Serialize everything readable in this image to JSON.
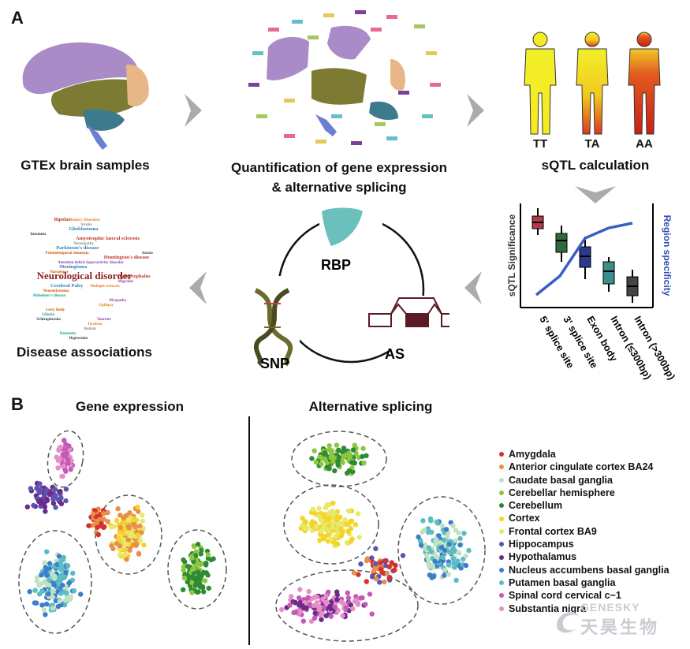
{
  "panel_a": {
    "letter": "A",
    "gtex_caption": "GTEx brain samples",
    "quant_caption_line1": "Quantification of gene expression",
    "quant_caption_line2": "& alternative splicing",
    "sqtl_caption": "sQTL calculation",
    "genotypes": [
      "TT",
      "TA",
      "AA"
    ],
    "disease_caption": "Disease associations",
    "cycle_labels": {
      "rbp": "RBP",
      "snp": "SNP",
      "as": "AS"
    },
    "chart": {
      "ylabel": "sQTL Significance",
      "y2label": "Region specificity",
      "categories": [
        "5' splice site",
        "3' splice site",
        "Exon body",
        "Intron (≤300bp)",
        "Intron (>300bp)"
      ],
      "box_colors": [
        "#b03a48",
        "#2f6b3a",
        "#2c3a8c",
        "#3a8f8a",
        "#444444"
      ]
    },
    "word_cloud": {
      "headline": "Neurological disorder",
      "words": [
        "Bipolar",
        "Frontotemporal dementia",
        "Multiple sclerosis",
        "Schizophrenia",
        "Glioblastoma",
        "Attention deficit hyperactivity disorder",
        "Alzheimer's disease",
        "Autism",
        "Amyotrophic lateral sclerosis",
        "Narcolepsy",
        "Epilepsy",
        "Depression",
        "Parkinson's disease",
        "Migraine",
        "Glioma",
        "Stroke",
        "Huntington's disease",
        "Neuroblastoma",
        "Dyslexia",
        "Insomnia",
        "Meningioma",
        "Myopathy",
        "Dementia",
        "Neuropathy",
        "Hydrocephalus",
        "Lewy Body",
        "Memory Disorders",
        "Ataxia",
        "Cerebral Palsy",
        "Tourette"
      ]
    }
  },
  "panel_b": {
    "letter": "B",
    "gene_expression_title": "Gene expression",
    "alt_splicing_title": "Alternative splicing",
    "legend": [
      {
        "label": "Amygdala",
        "color": "#d7302c"
      },
      {
        "label": "Anterior cingulate cortex BA24",
        "color": "#e8904a"
      },
      {
        "label": "Caudate basal ganglia",
        "color": "#bfe2c0"
      },
      {
        "label": "Cerebellar hemisphere",
        "color": "#8dc63f"
      },
      {
        "label": "Cerebellum",
        "color": "#2e8b35"
      },
      {
        "label": "Cortex",
        "color": "#f5d327"
      },
      {
        "label": "Frontal cortex BA9",
        "color": "#e8e96a"
      },
      {
        "label": "Hippocampus",
        "color": "#5b54b0"
      },
      {
        "label": "Hypothalamus",
        "color": "#6c2a8a"
      },
      {
        "label": "Nucleus accumbens basal ganglia",
        "color": "#3b7ec9"
      },
      {
        "label": "Putamen basal ganglia",
        "color": "#5cbcc4"
      },
      {
        "label": "Spinal cord cervical c−1",
        "color": "#c45ab7"
      },
      {
        "label": "Substantia nigra",
        "color": "#e58fc6"
      }
    ]
  },
  "watermark": {
    "brand": "GENESKY",
    "chinese": "天昊生物"
  }
}
